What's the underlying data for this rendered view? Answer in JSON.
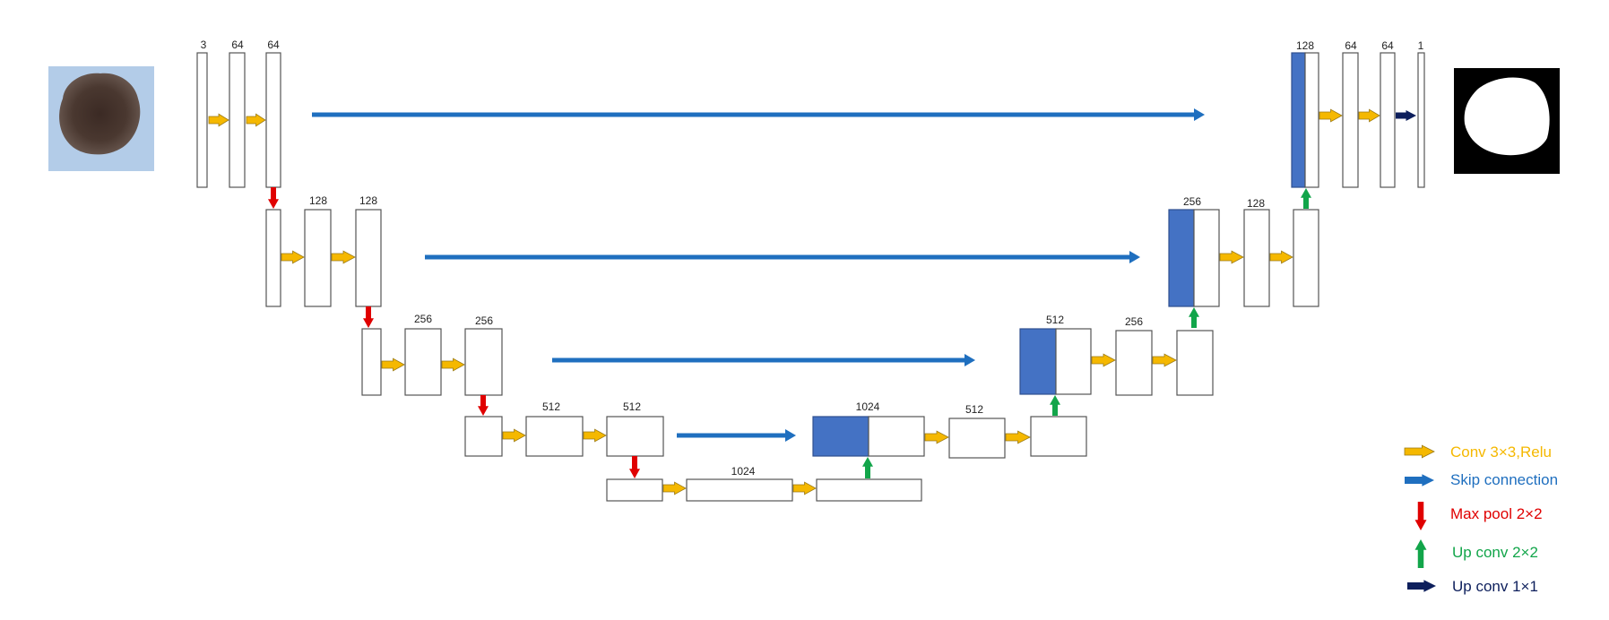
{
  "colors": {
    "conv": "#f5b800",
    "conv_stroke": "#9b7a14",
    "skip": "#1f6fbf",
    "pool": "#e00000",
    "upconv": "#12a54a",
    "final": "#0d1f5c",
    "concat": "#4472c4"
  },
  "labels": {
    "enc1_c": "3",
    "enc1_a": "64",
    "enc1_b": "64",
    "enc2_a": "128",
    "enc2_b": "128",
    "enc3_a": "256",
    "enc3_b": "256",
    "enc4_a": "512",
    "enc4_b": "512",
    "bott": "1024",
    "dec4_cat": "1024",
    "dec4_a": "512",
    "dec3_cat": "512",
    "dec3_a": "256",
    "dec2_cat": "256",
    "dec2_a": "128",
    "dec1_cat": "128",
    "dec1_a": "64",
    "dec1_b": "64",
    "dec1_out": "1"
  },
  "legend": {
    "conv": "Conv 3×3,Relu",
    "skip": "Skip connection",
    "pool": "Max pool 2×2",
    "upconv": "Up conv 2×2",
    "final": "Up conv 1×1"
  },
  "images": {
    "input": "skin-lesion-input",
    "output": "segmentation-mask-output"
  }
}
